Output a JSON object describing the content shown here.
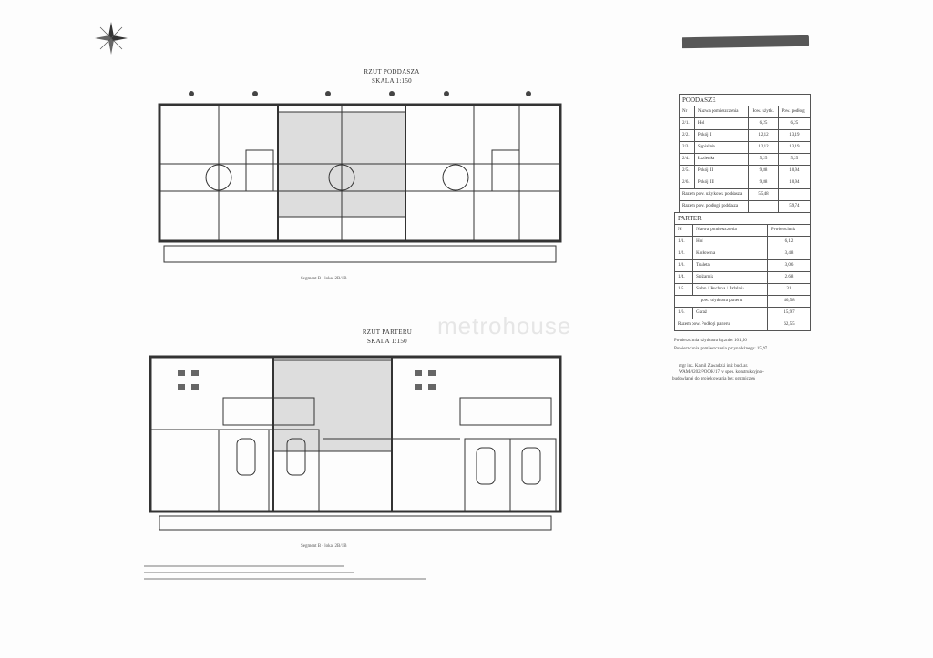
{
  "plans": {
    "attic": {
      "title": "RZUT PODDASZA",
      "scale": "SKALA 1:150",
      "caption": "Segment B - lokal 2B/1B"
    },
    "ground": {
      "title": "RZUT PARTERU",
      "scale": "SKALA 1:150",
      "caption": "Segment B - lokal 2B/1B"
    }
  },
  "watermark": "metrohouse",
  "poddasze": {
    "title": "PODDASZE",
    "headers": [
      "Nr",
      "Nazwa pomieszczenia",
      "Pow. użytk.",
      "Pow. podłogi"
    ],
    "rows": [
      [
        "2/1.",
        "Hol",
        "6,25",
        "6,25"
      ],
      [
        "2/2.",
        "Pokój I",
        "12,12",
        "13,19"
      ],
      [
        "2/3.",
        "Sypialnia",
        "12,12",
        "13,19"
      ],
      [
        "2/4.",
        "Łazienka",
        "5,25",
        "5,25"
      ],
      [
        "2/5.",
        "Pokój II",
        "9,88",
        "10,94"
      ],
      [
        "2/6.",
        "Pokój III",
        "9,88",
        "10,94"
      ]
    ],
    "total_usable_label": "Razem pow. użytkowa poddasza",
    "total_usable": "55,48",
    "total_floor_label": "Razem pow. podłogi poddasza",
    "total_floor": "59,74"
  },
  "parter": {
    "title": "PARTER",
    "headers": [
      "Nr",
      "Nazwa pomieszczenia",
      "Powierzchnia"
    ],
    "rows": [
      [
        "1/1.",
        "Hol",
        "6,12"
      ],
      [
        "1/2.",
        "Kotłownia",
        "3,48"
      ],
      [
        "1/3.",
        "Toaleta",
        "3,06"
      ],
      [
        "1/4.",
        "Spiżarnia",
        "2,68"
      ],
      [
        "1/5.",
        "Salon / Kuchnia / Jadalnia",
        "31"
      ]
    ],
    "usable_label": "pow. użytkowa parteru",
    "usable": "46,58",
    "garage": [
      "1/6.",
      "Garaż",
      "15,97"
    ],
    "total_label": "Razem pow. Podłogi parteru",
    "total": "62,55"
  },
  "summary": {
    "usable_total": "Powierzchnia użytkowa łącznie: 101,56",
    "auxiliary": "Powierzchnia pomieszczenia przynależnego: 15,97"
  },
  "stamp": [
    "mgr inż. Kamil Zawadzki inż. bud. ar.",
    "WAM/0202/POOK/17 w spec. konstrukcyjno-",
    "budowlanej do projektowania bez ograniczeń"
  ]
}
